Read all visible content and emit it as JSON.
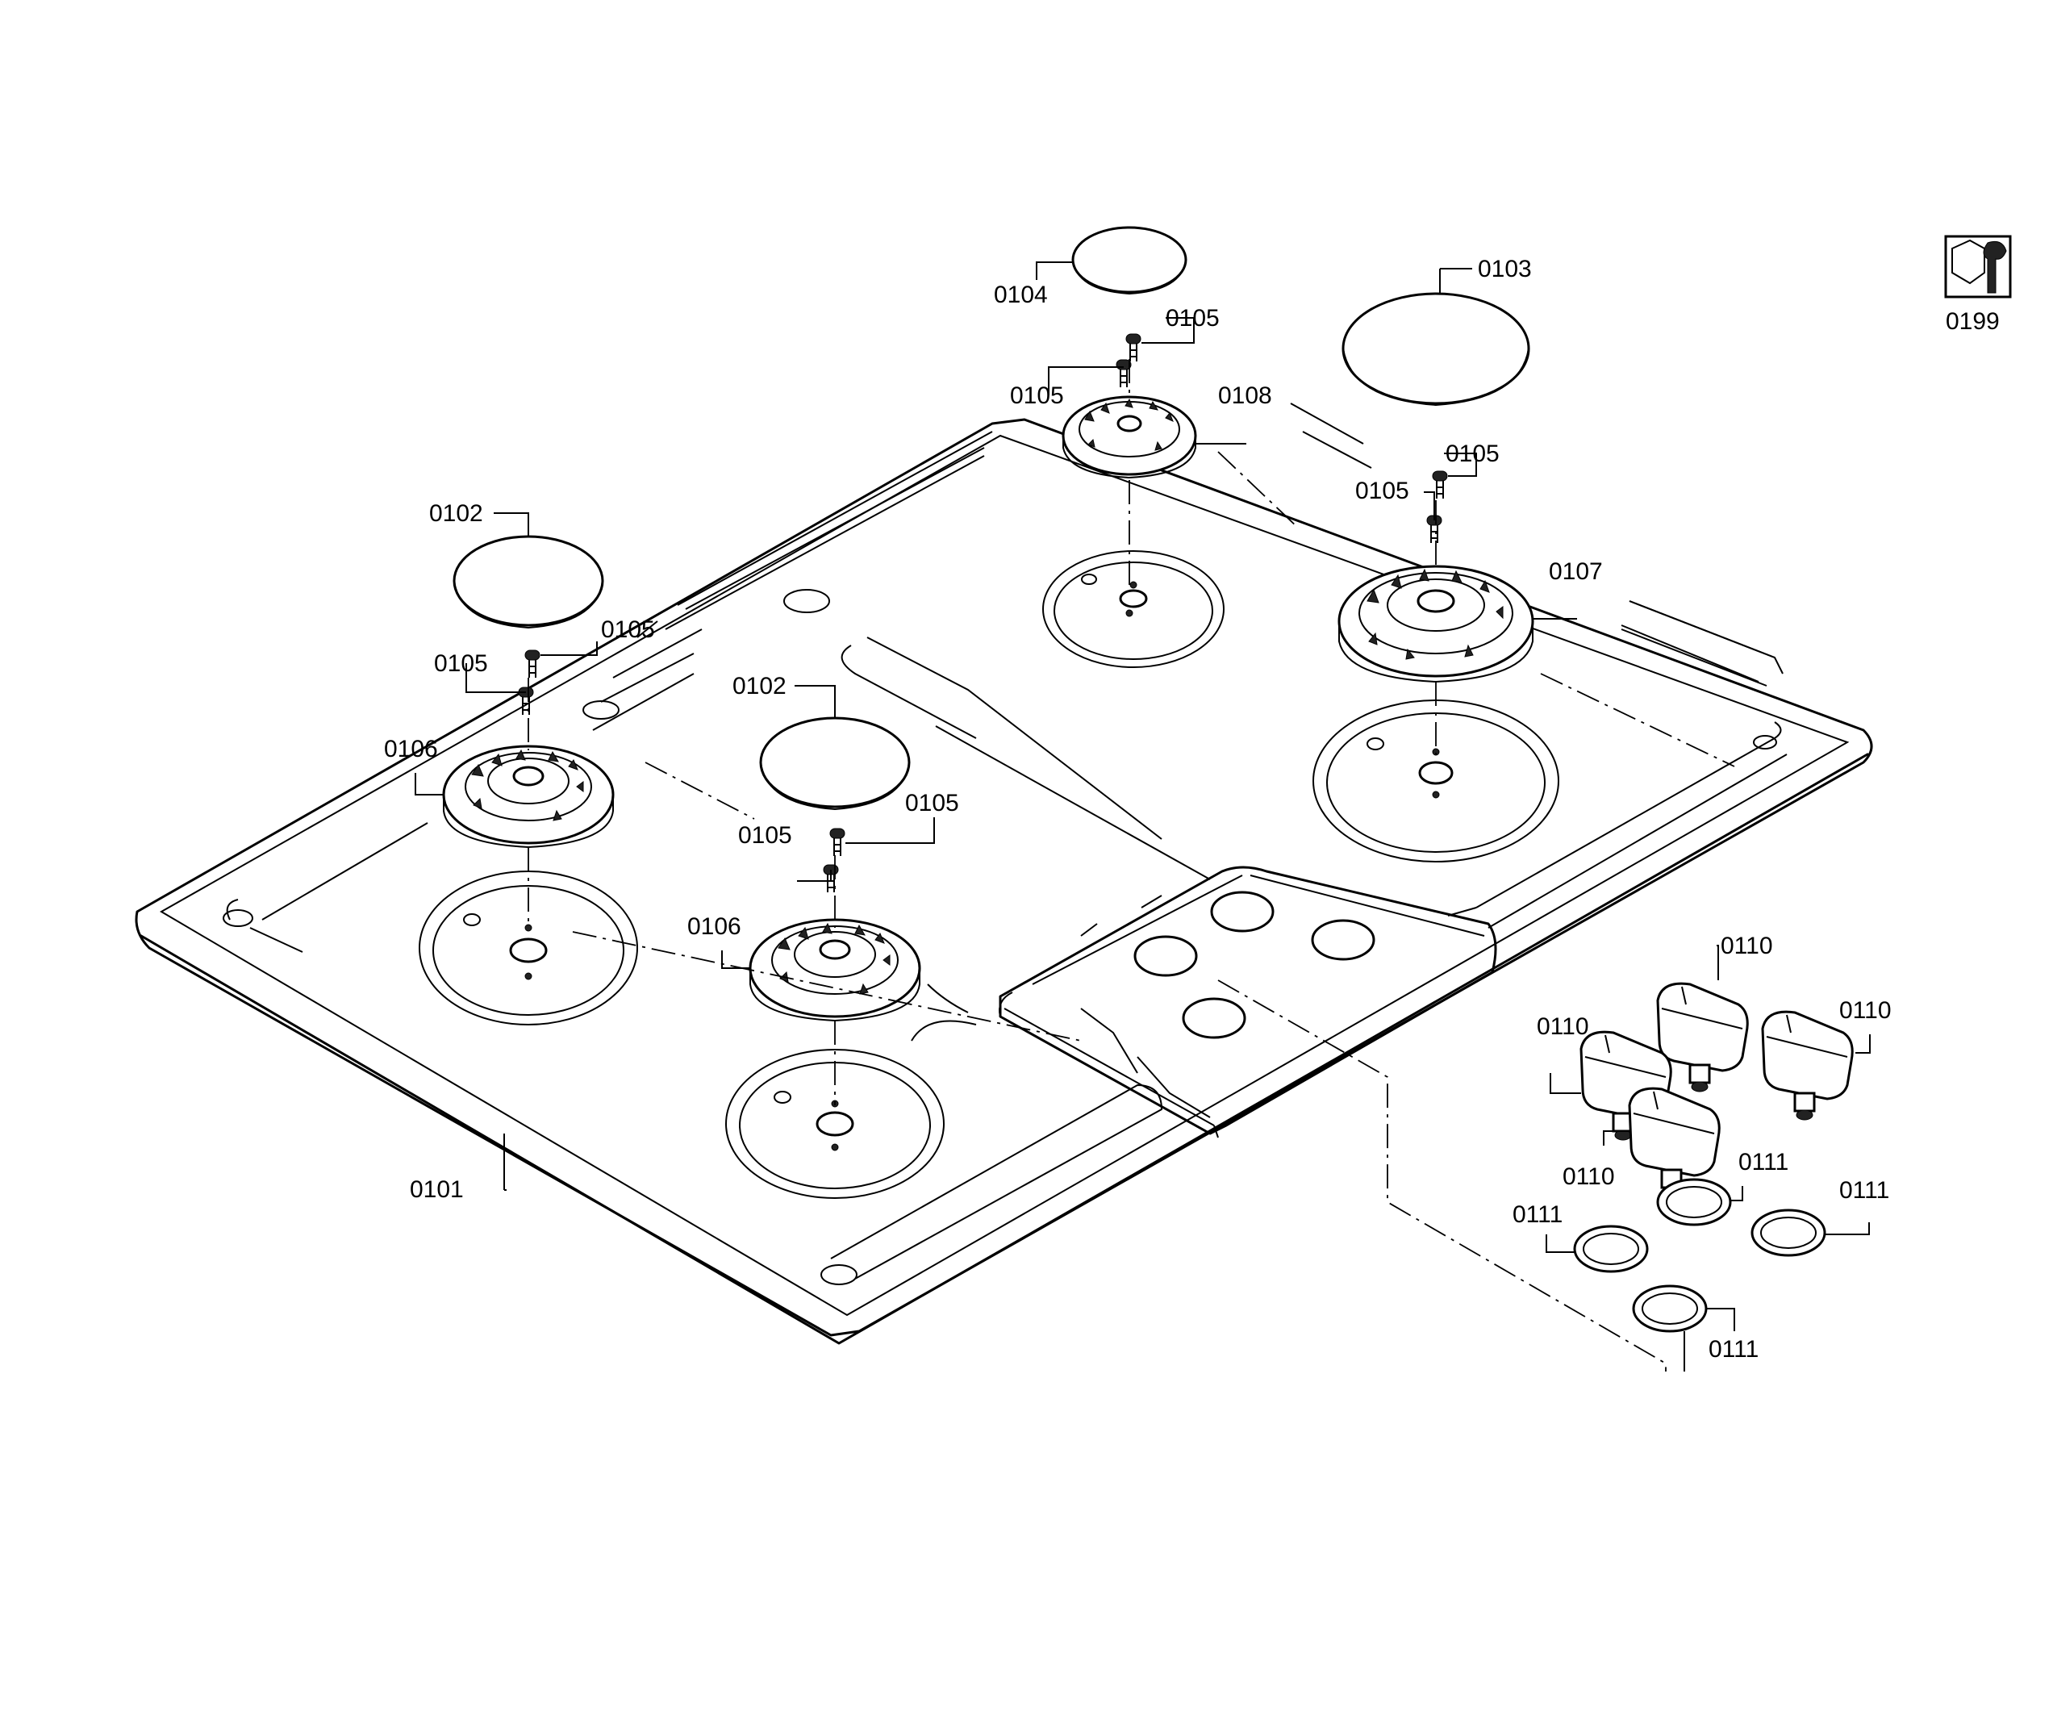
{
  "labels": {
    "part_0101": "0101",
    "part_0102_left": "0102",
    "part_0102_center": "0102",
    "part_0103": "0103",
    "part_0104": "0104",
    "part_0105_a": "0105",
    "part_0105_b": "0105",
    "part_0105_c": "0105",
    "part_0105_d": "0105",
    "part_0105_e": "0105",
    "part_0105_f": "0105",
    "part_0105_g": "0105",
    "part_0105_h": "0105",
    "part_0106_left": "0106",
    "part_0106_center": "0106",
    "part_0107": "0107",
    "part_0108": "0108",
    "part_0110_a": "0110",
    "part_0110_b": "0110",
    "part_0110_c": "0110",
    "part_0110_d": "0110",
    "part_0111_a": "0111",
    "part_0111_b": "0111",
    "part_0111_c": "0111",
    "part_0111_d": "0111",
    "part_0199": "0199"
  },
  "icons": {
    "tool_kit": "wrench-nut-icon"
  }
}
